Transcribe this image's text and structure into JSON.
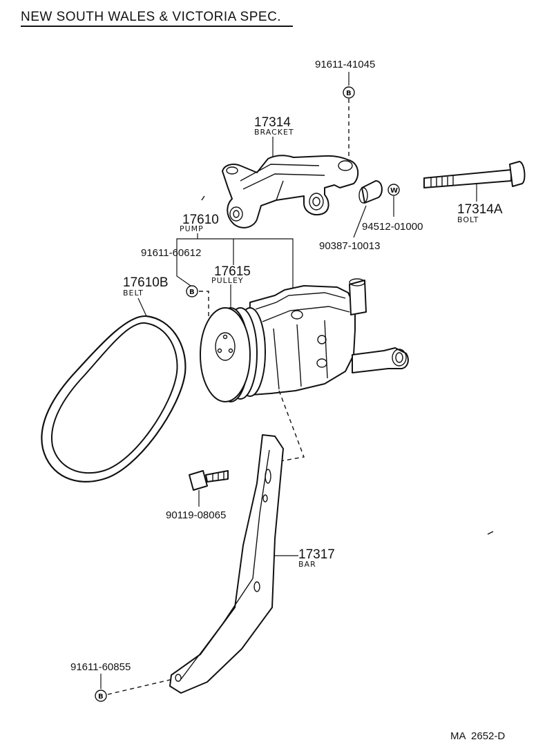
{
  "title": "NEW SOUTH WALES & VICTORIA SPEC.",
  "footer_code": "MA  2652-D",
  "parts": {
    "bolt_top": {
      "number": "91611-41045",
      "badge": "B"
    },
    "bracket": {
      "number": "17314",
      "name": "BRACKET"
    },
    "bolt_long": {
      "number": "17314A",
      "name": "BOLT"
    },
    "washer": {
      "number": "94512-01000",
      "badge": "W"
    },
    "collar": {
      "number": "90387-10013"
    },
    "pump": {
      "number": "17610",
      "name": "PUMP"
    },
    "bolt_pump": {
      "number": "91611-60612",
      "badge": "B"
    },
    "pulley": {
      "number": "17615",
      "name": "PULLEY"
    },
    "belt": {
      "number": "17610B",
      "name": "BELT"
    },
    "bolt_bar": {
      "number": "90119-08065"
    },
    "bar": {
      "number": "17317",
      "name": "BAR"
    },
    "bolt_bottom": {
      "number": "91611-60855",
      "badge": "B"
    }
  }
}
